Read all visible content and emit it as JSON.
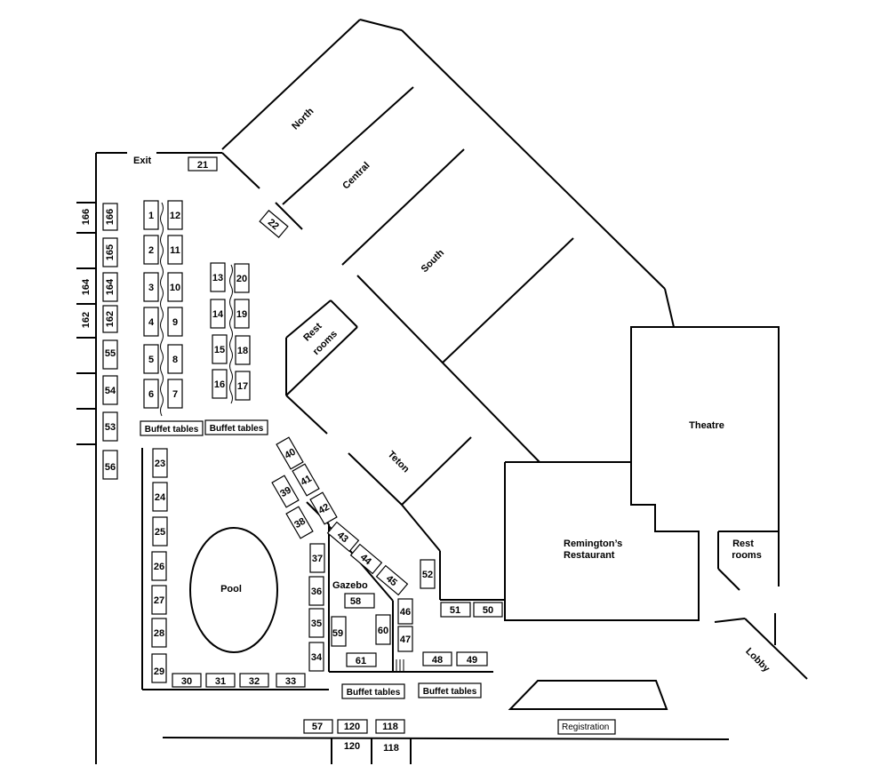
{
  "labels": {
    "exit": "Exit",
    "north": "North",
    "central": "Central",
    "south": "South",
    "restrooms_left": [
      "Rest",
      "rooms"
    ],
    "teton": "Teton",
    "theatre": "Theatre",
    "restaurant": [
      "Remington’s",
      "Restaurant"
    ],
    "restrooms_right": [
      "Rest",
      "rooms"
    ],
    "pool": "Pool",
    "gazebo": "Gazebo",
    "lobby": "Lobby",
    "registration": "Registration",
    "buffet": "Buffet tables"
  },
  "booths": {
    "b1": "1",
    "b2": "2",
    "b3": "3",
    "b4": "4",
    "b5": "5",
    "b6": "6",
    "b7": "7",
    "b8": "8",
    "b9": "9",
    "b10": "10",
    "b11": "11",
    "b12": "12",
    "b13": "13",
    "b14": "14",
    "b15": "15",
    "b16": "16",
    "b17": "17",
    "b18": "18",
    "b19": "19",
    "b20": "20",
    "b21": "21",
    "b22": "22",
    "b23": "23",
    "b24": "24",
    "b25": "25",
    "b26": "26",
    "b27": "27",
    "b28": "28",
    "b29": "29",
    "b30": "30",
    "b31": "31",
    "b32": "32",
    "b33": "33",
    "b34": "34",
    "b35": "35",
    "b36": "36",
    "b37": "37",
    "b38": "38",
    "b39": "39",
    "b40": "40",
    "b41": "41",
    "b42": "42",
    "b43": "43",
    "b44": "44",
    "b45": "45",
    "b46": "46",
    "b47": "47",
    "b48": "48",
    "b49": "49",
    "b50": "50",
    "b51": "51",
    "b52": "52",
    "b53": "53",
    "b54": "54",
    "b55": "55",
    "b56": "56",
    "b57": "57",
    "b58": "58",
    "b59": "59",
    "b60": "60",
    "b61": "61",
    "b118": "118",
    "b120": "120",
    "b162": "162",
    "b164": "164",
    "b165": "165",
    "b166": "166"
  }
}
